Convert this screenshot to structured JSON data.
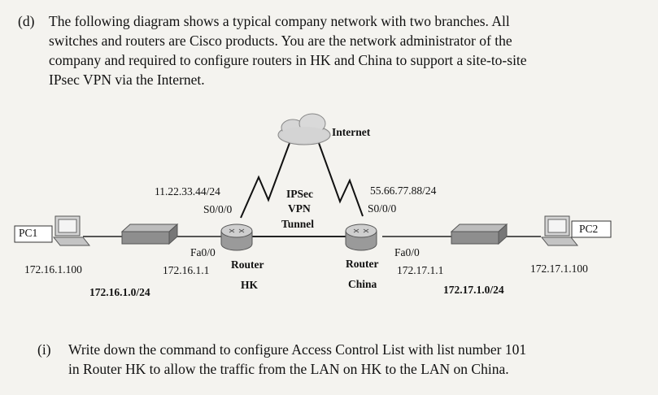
{
  "question_d": {
    "prefix": "(d)",
    "lines": [
      "The following diagram shows a typical company network with two branches.  All",
      "switches and routers are Cisco products.  You are the network administrator of the",
      "company and required to configure routers in HK and China to support a site-to-site",
      "IPsec VPN via the Internet."
    ]
  },
  "diagram": {
    "internet": "Internet",
    "tunnel": [
      "IPSec",
      "VPN",
      "Tunnel"
    ],
    "hk": {
      "wan_ip": "11.22.33.44/24",
      "serial": "S0/0/0",
      "fa": "Fa0/0",
      "router": [
        "Router",
        "HK"
      ],
      "gateway": "172.16.1.1",
      "pc": "PC1",
      "pc_ip": "172.16.1.100",
      "lan": "172.16.1.0/24"
    },
    "china": {
      "wan_ip": "55.66.77.88/24",
      "serial": "S0/0/0",
      "fa": "Fa0/0",
      "router": [
        "Router",
        "China"
      ],
      "gateway": "172.17.1.1",
      "pc": "PC2",
      "pc_ip": "172.17.1.100",
      "lan": "172.17.1.0/24"
    }
  },
  "question_i": {
    "prefix": "(i)",
    "lines": [
      "Write down the command to configure Access Control List with list number 101",
      "in Router HK to allow the traffic from the LAN on HK to the LAN on China."
    ]
  }
}
